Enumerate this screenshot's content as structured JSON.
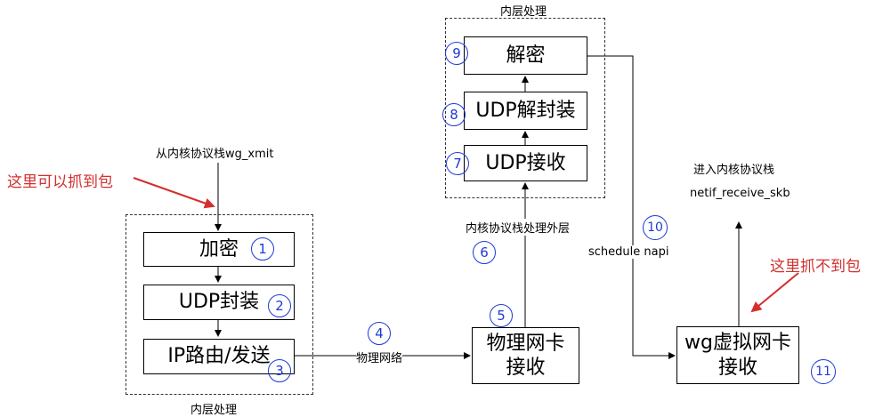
{
  "labels": {
    "from_stack": "从内核协议栈wg_xmit",
    "capture_here": "这里可以抓到包",
    "inner_left": "内层处理",
    "inner_top": "内层处理",
    "physical_net": "物理网络",
    "stack_outer": "内核协议栈处理外层",
    "schedule_napi": "schedule napi",
    "enter_stack": "进入内核协议栈",
    "netif_receive": "netif_receive_skb",
    "no_capture": "这里抓不到包"
  },
  "boxes": {
    "encrypt": "加密",
    "udp_encap": "UDP封装",
    "ip_route": "IP路由/发送",
    "phy_nic_l1": "物理网卡",
    "phy_nic_l2": "接收",
    "udp_recv": "UDP接收",
    "udp_decap": "UDP解封装",
    "decrypt": "解密",
    "wg_nic_l1": "wg虚拟网卡",
    "wg_nic_l2": "接收"
  },
  "steps": [
    "1",
    "2",
    "3",
    "4",
    "5",
    "6",
    "7",
    "8",
    "9",
    "10",
    "11"
  ],
  "colors": {
    "annotation_red": "#d32f2f",
    "step_blue": "#1e3ad6"
  }
}
